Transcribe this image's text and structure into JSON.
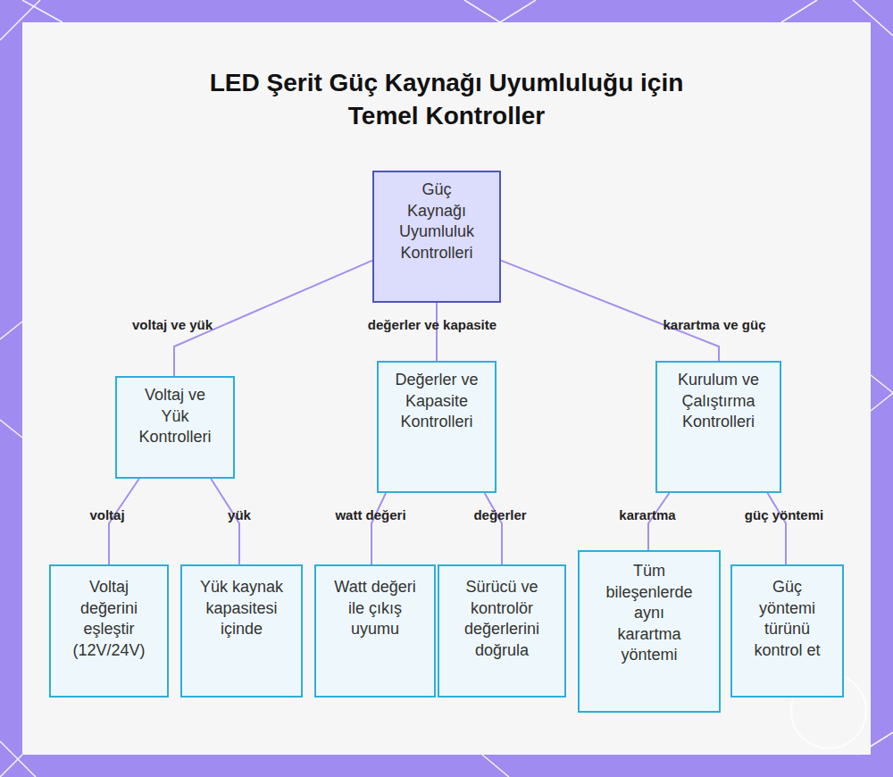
{
  "diagram": {
    "title": "LED Şerit Güç Kaynağı Uyumluluğu için Temel Kontroller",
    "nodes": [
      {
        "text": [
          "Güç Kaynağı Uyumluluk Kontrolleri"
        ]
      },
      {
        "text": [
          "Voltaj ve Yük Kontrolleri"
        ]
      },
      {
        "text": [
          "Değerler ve Kapasite Kontrolleri"
        ]
      },
      {
        "text": [
          "Kurulum ve Çalıştırma Kontrolleri"
        ]
      },
      {
        "text": [
          "Voltaj değerini eşleştir (12V/24V)"
        ]
      },
      {
        "text": [
          "Yük kaynak kapasitesi içinde"
        ]
      },
      {
        "text": [
          "Watt değeri ile çıkış uyumu"
        ]
      },
      {
        "text": [
          "Sürücü ve kontrolör değerlerini doğrula"
        ]
      },
      {
        "text": [
          "Tüm bileşenlerde aynı karartma yöntemi"
        ]
      },
      {
        "text": [
          "Güç yöntemi türünü kontrol et"
        ]
      }
    ],
    "edges": [
      {
        "from": 0,
        "to": 1,
        "label": "voltaj ve yük",
        "arrow": "none"
      },
      {
        "from": 0,
        "to": 2,
        "label": "değerler ve kapasite",
        "arrow": "none"
      },
      {
        "from": 0,
        "to": 3,
        "label": "karartma ve güç",
        "arrow": "none"
      },
      {
        "from": 1,
        "to": 4,
        "label": "voltaj",
        "arrow": "none"
      },
      {
        "from": 1,
        "to": 5,
        "label": "yük",
        "arrow": "none"
      },
      {
        "from": 2,
        "to": 6,
        "label": "watt değeri",
        "arrow": "none"
      },
      {
        "from": 2,
        "to": 7,
        "label": "değerler",
        "arrow": "none"
      },
      {
        "from": 3,
        "to": 8,
        "label": "karartma",
        "arrow": "none"
      },
      {
        "from": 3,
        "to": 9,
        "label": "güç yöntemi",
        "arrow": "none"
      }
    ]
  }
}
